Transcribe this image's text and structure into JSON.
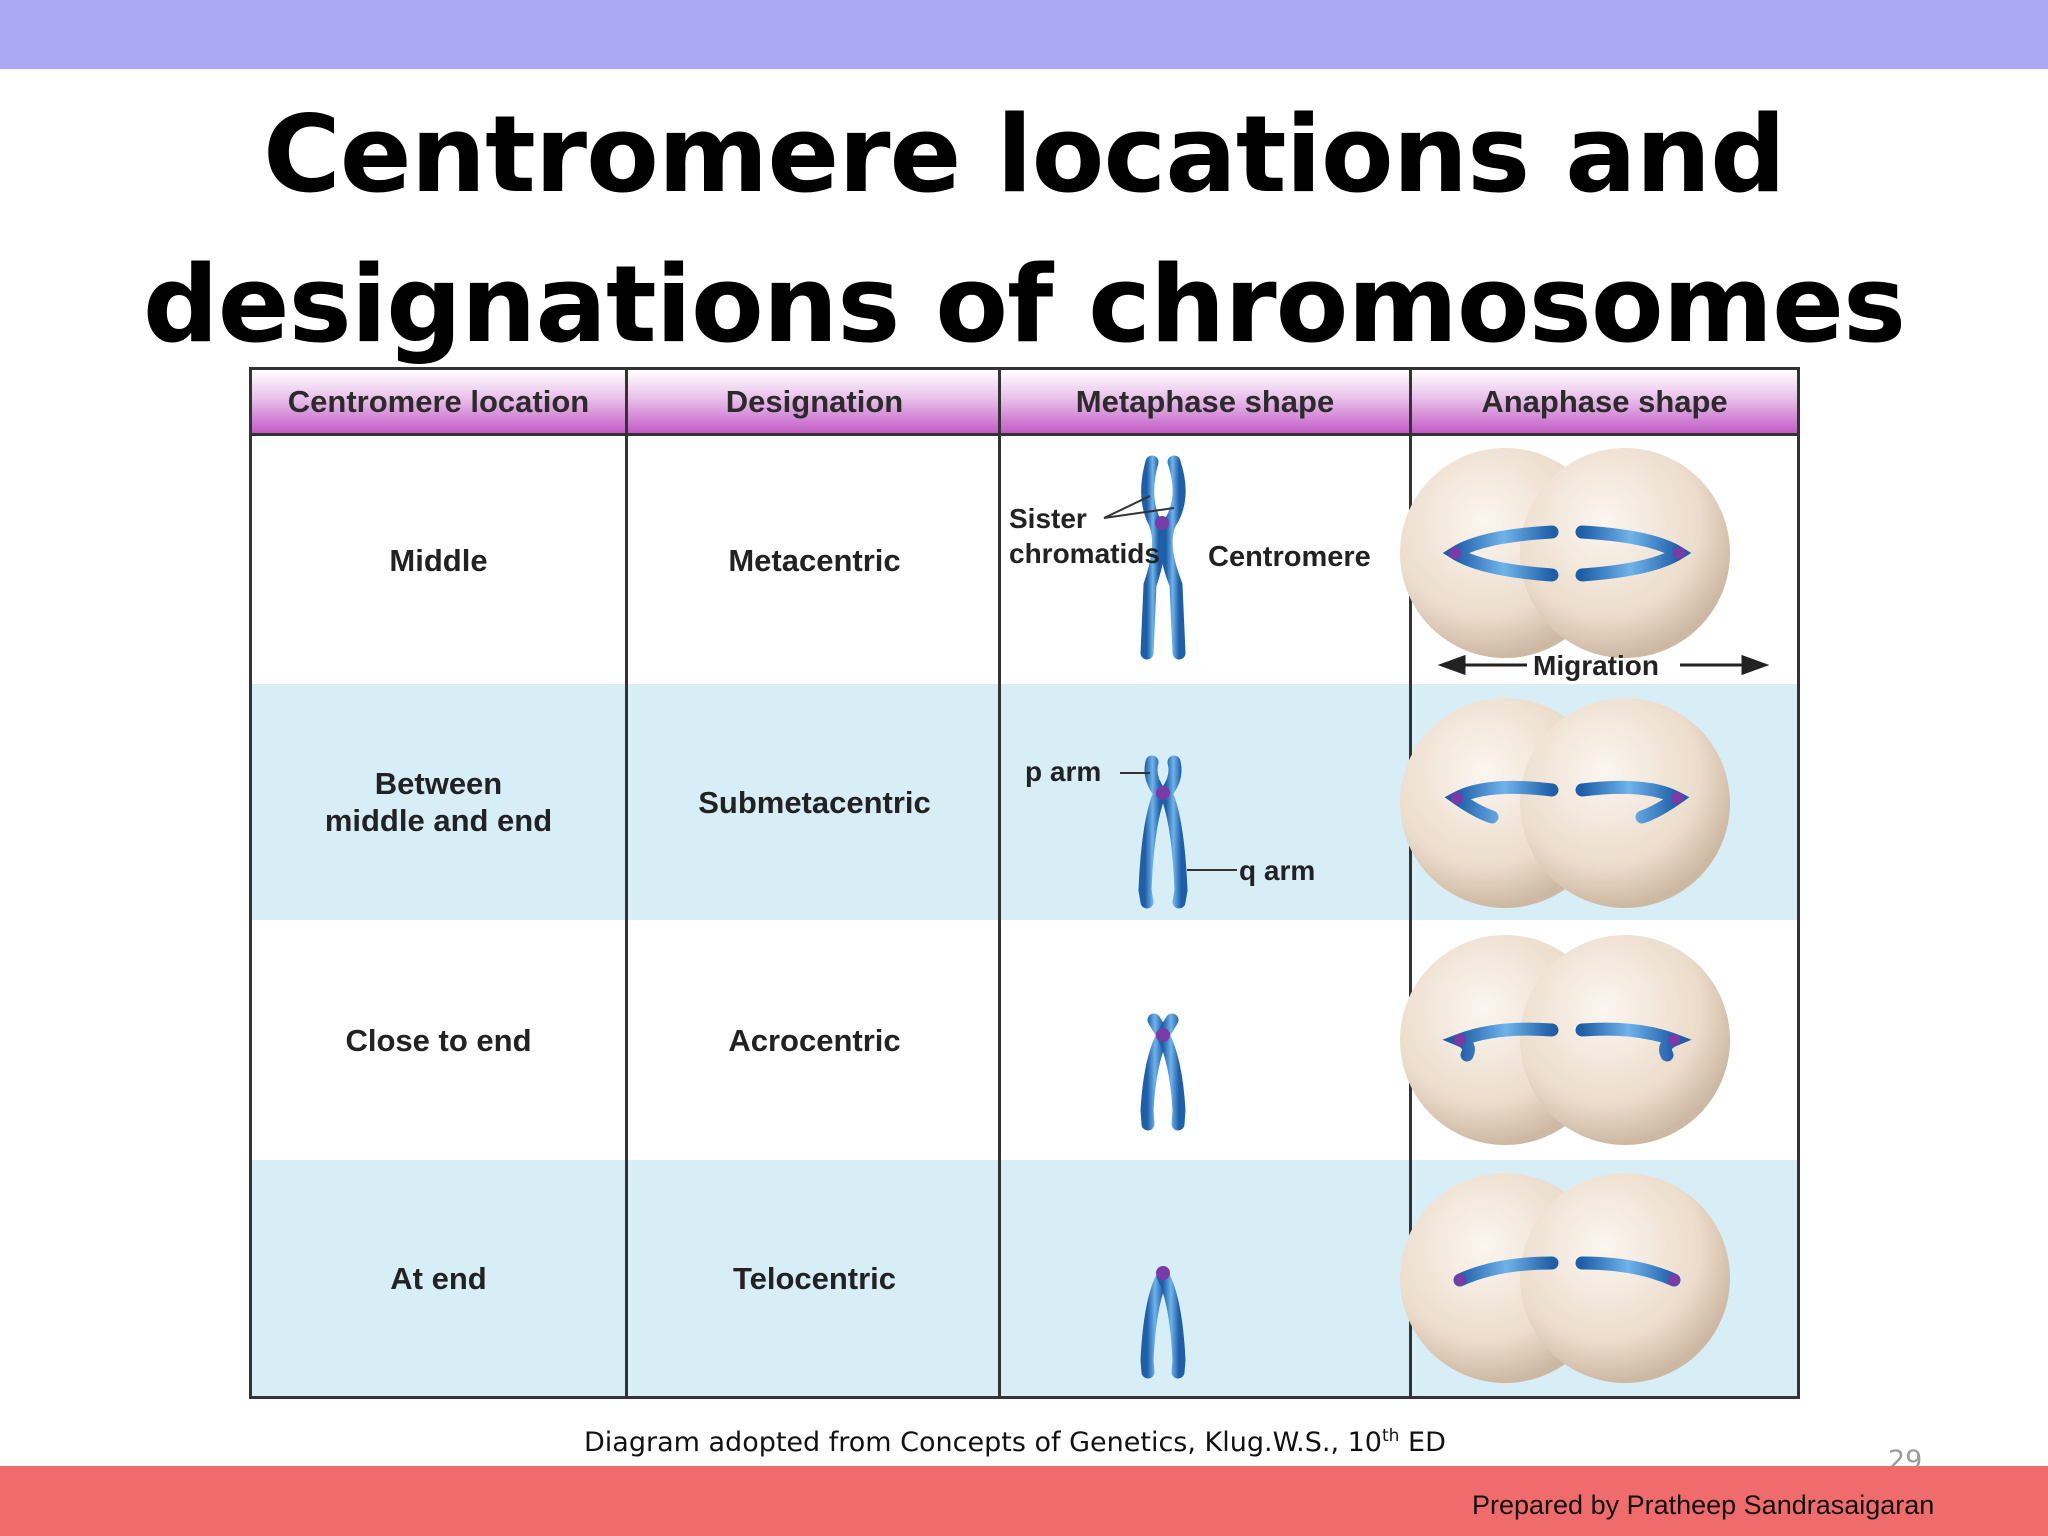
{
  "slide": {
    "title_line1": "Centromere locations and",
    "title_line2": "designations of chromosomes",
    "caption_main": "Diagram adopted from Concepts of  Genetics, Klug.W.S., 10",
    "caption_sup": "th",
    "caption_tail": " ED",
    "page_number": "29",
    "credit": "Prepared by Pratheep Sandrasaigaran"
  },
  "table": {
    "headers": [
      "Centromere location",
      "Designation",
      "Metaphase shape",
      "Anaphase shape"
    ],
    "rows": [
      {
        "location": "Middle",
        "designation": "Metacentric"
      },
      {
        "location": "Between\nmiddle and end",
        "designation": "Submetacentric"
      },
      {
        "location": "Close to end",
        "designation": "Acrocentric"
      },
      {
        "location": "At end",
        "designation": "Telocentric"
      }
    ],
    "labels": {
      "sister": "Sister",
      "chromatids": "chromatids",
      "centromere": "Centromere",
      "migration": "Migration",
      "p_arm": "p arm",
      "q_arm": "q arm"
    }
  },
  "colors": {
    "top_bar": "#aba8f5",
    "bottom_bar": "#f06b6b",
    "header_gradient_end": "#c25cc6",
    "alt_row": "#d8eef7",
    "chromosome": "#3a86c8",
    "centromere_dot": "#7a3aa8",
    "cell_sphere": "#ecdccb"
  }
}
